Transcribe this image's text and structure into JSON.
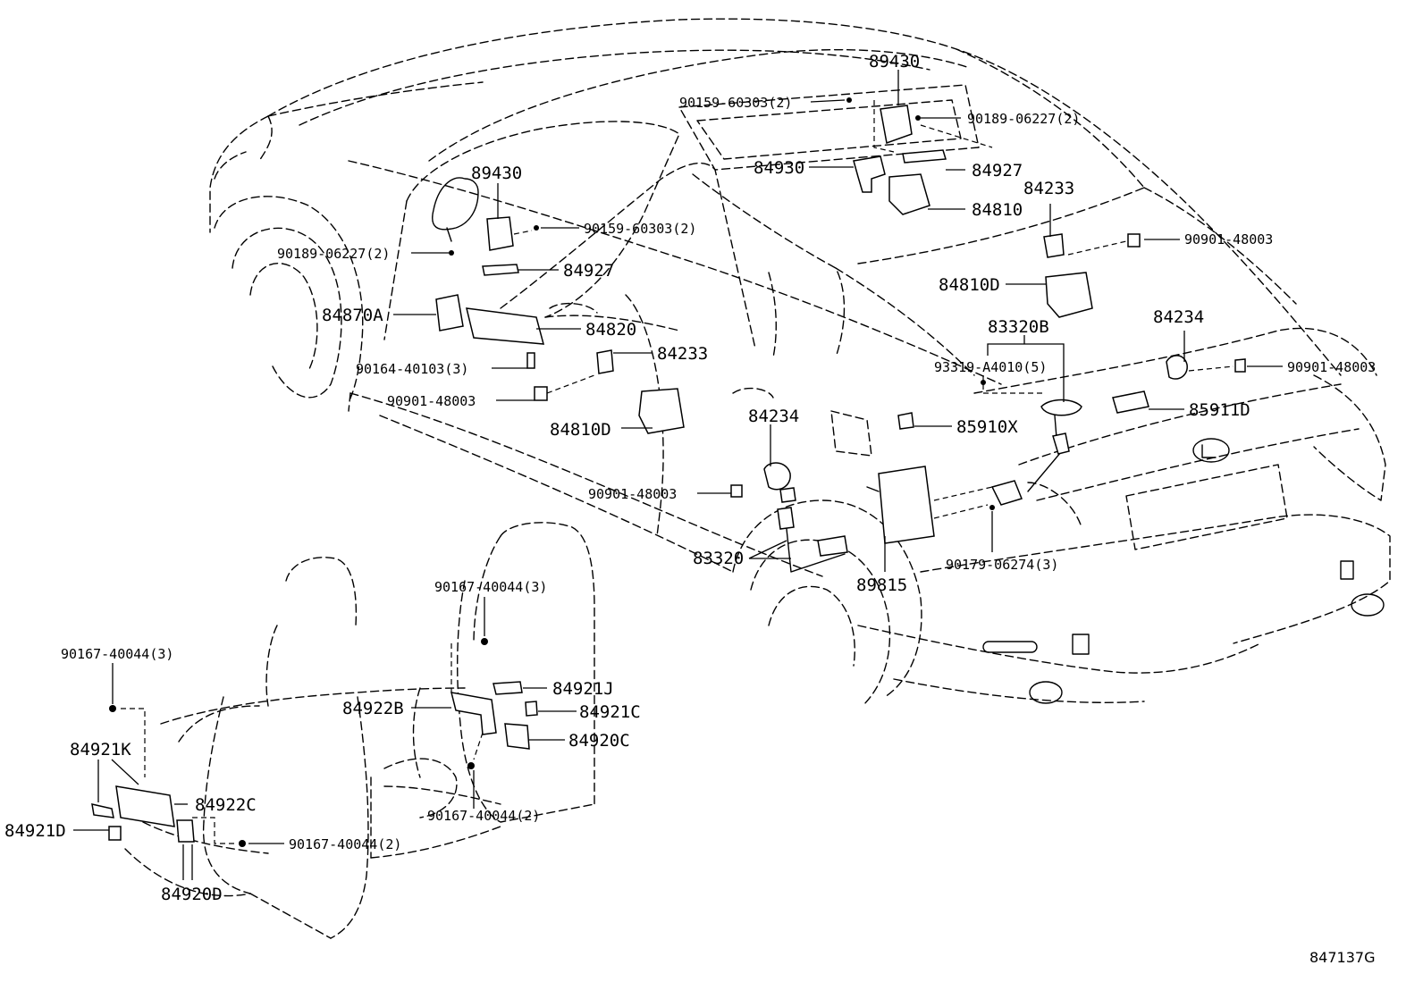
{
  "diagram_code": "847137G",
  "labels": {
    "l89430a": "89430",
    "l90159b": "90159-60303(2)",
    "l90189b": "90189-06227(2)",
    "l84930": "84930",
    "l84927b": "84927",
    "l84233b": "84233",
    "l84810b": "84810",
    "l90901c": "90901-48003",
    "l84810Db": "84810D",
    "l83320B": "83320B",
    "l84234b": "84234",
    "l93319": "93319-A4010(5)",
    "l90901d": "90901-48003",
    "l85911D": "85911D",
    "l85910X": "85910X",
    "l89430b": "89430",
    "l90159a": "90159-60303(2)",
    "l90189a": "90189-06227(2)",
    "l84927a": "84927",
    "l84870A": "84870A",
    "l84820": "84820",
    "l84233a": "84233",
    "l90164": "90164-40103(3)",
    "l90901a": "90901-48003",
    "l84810Da": "84810D",
    "l84234a": "84234",
    "l90901b": "90901-48003",
    "l83320": "83320",
    "l89815": "89815",
    "l90179": "90179-06274(3)",
    "l90167a": "90167-40044(3)",
    "l90167b": "90167-40044(3)",
    "l84921J": "84921J",
    "l84922B": "84922B",
    "l84921C": "84921C",
    "l84920C": "84920C",
    "l84921K": "84921K",
    "l90167c": "90167-40044(2)",
    "l84922C": "84922C",
    "l84921D": "84921D",
    "l90167d": "90167-40044(2)",
    "l84920D": "84920D"
  }
}
